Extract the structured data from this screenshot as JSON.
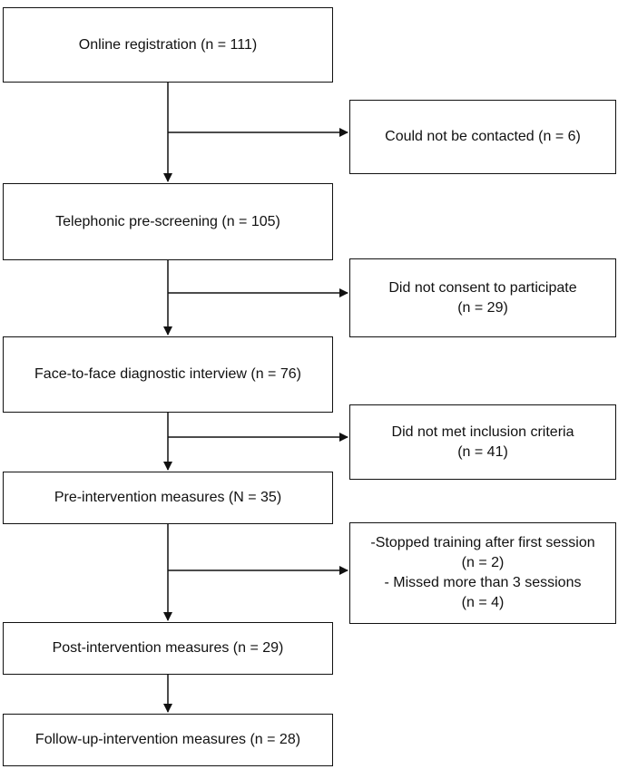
{
  "main_steps": [
    {
      "label": "Online registration (n = 111)"
    },
    {
      "label": "Telephonic pre-screening (n = 105)"
    },
    {
      "label": "Face-to-face diagnostic interview (n = 76)"
    },
    {
      "label": "Pre-intervention measures (N = 35)"
    },
    {
      "label": "Post-intervention measures (n = 29)"
    },
    {
      "label": "Follow-up-intervention measures (n = 28)"
    }
  ],
  "exclusions": [
    {
      "lines": [
        "Could not be contacted (n = 6)"
      ]
    },
    {
      "lines": [
        "Did not consent to participate",
        "(n = 29)"
      ]
    },
    {
      "lines": [
        "Did not met inclusion criteria",
        "(n = 41)"
      ]
    },
    {
      "lines": [
        "-Stopped training after first session",
        "(n = 2)",
        "- Missed more than 3 sessions",
        "(n = 4)"
      ]
    }
  ]
}
